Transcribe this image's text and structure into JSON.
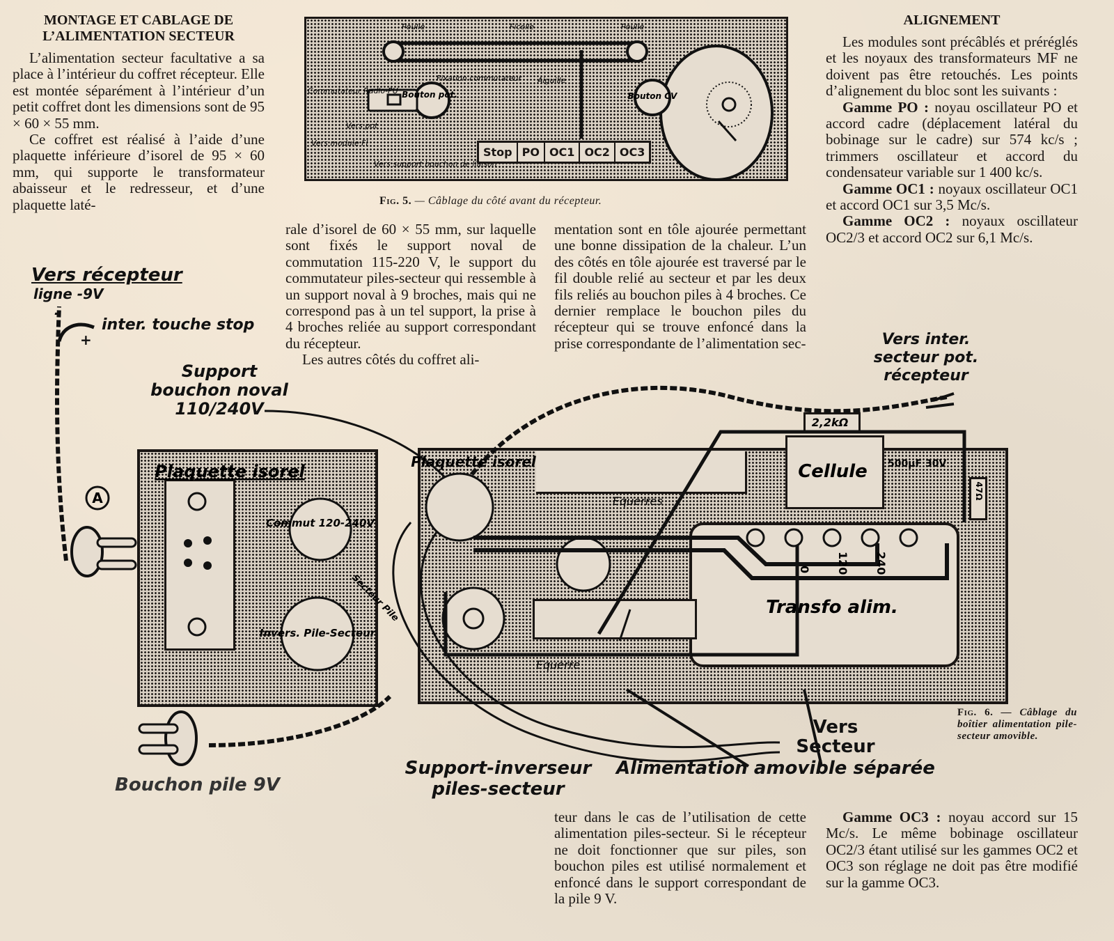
{
  "left_column": {
    "heading": "MONTAGE ET CABLAGE DE L’ALIMENTATION SECTEUR",
    "paragraphs": [
      "L’alimentation secteur facultative a sa place à l’intérieur du coffret récepteur. Elle est montée séparément à l’intérieur d’un petit coffret dont les dimensions sont de 95 × 60 × 55 mm.",
      "Ce coffret est réalisé à l’aide d’une plaquette inférieure d’isorel de 95 × 60 mm, qui supporte le transformateur abaisseur et le redresseur, et d’une plaquette laté-"
    ]
  },
  "middle_column_1": {
    "paragraphs": [
      "rale d’isorel de 60 × 55 mm, sur laquelle sont fixés le support noval de commutation 115-220 V, le support du commutateur piles-secteur qui ressemble à un support noval à 9 broches, mais qui ne correspond pas à un tel support, la prise à 4 broches reliée au support correspondant du récepteur.",
      "Les autres côtés du coffret ali-"
    ]
  },
  "middle_column_2": {
    "paragraphs": [
      "mentation sont en tôle ajourée permettant une bonne dissipation de la chaleur. L’un des côtés en tôle ajourée est traversé par le fil double relié au secteur et par les deux fils reliés au bouchon piles à 4 broches. Ce dernier remplace le bouchon piles du récepteur qui se trouve enfoncé dans la prise correspondante de l’alimentation sec-"
    ]
  },
  "right_column": {
    "heading": "ALIGNEMENT",
    "intro": "Les modules sont précâblés et préréglés et les noyaux des transformateurs MF ne doivent pas être retouchés. Les points d’alignement du bloc sont les suivants :",
    "items": [
      {
        "label": "Gamme PO :",
        "text": "noyau oscillateur PO et accord cadre (déplacement latéral du bobinage sur le cadre) sur 574 kc/s ; trimmers oscillateur et accord du condensateur variable sur 1 400 kc/s."
      },
      {
        "label": "Gamme OC1 :",
        "text": "noyaux oscillateur OC1 et accord OC1 sur 3,5 Mc/s."
      },
      {
        "label": "Gamme OC2 :",
        "text": "noyaux oscillateur OC2/3 et accord OC2 sur 6,1 Mc/s."
      }
    ]
  },
  "bottom_middle_column": {
    "paragraphs": [
      "teur dans le cas de l’utilisation de cette alimentation piles-secteur. Si le récepteur ne doit fonctionner que sur piles, son bouchon piles est utilisé normalement et enfoncé dans le support correspondant de la pile 9 V."
    ]
  },
  "bottom_right_column": {
    "label": "Gamme OC3 :",
    "text": "noyau accord sur 15 Mc/s. Le même bobinage oscillateur OC2/3 étant utilisé sur les gammes OC2 et OC3 son réglage ne doit pas être modifié sur la gamme OC3."
  },
  "figure5": {
    "caption_fig": "Fig. 5.",
    "caption_text": "— Câblage du côté avant du récepteur.",
    "labels": {
      "poulie_left": "Poulie",
      "ficelle": "Ficelle",
      "poulie_right": "Poulie",
      "fixation": "Fixation commutateur",
      "commutateur": "Commutateur Radio-PU",
      "bouton_pot": "Bouton pot.",
      "vers_pot": "Vers pot",
      "vers_module": "Vers module FI",
      "vers_support": "Vers support bouchon de liaison",
      "aiguille": "Aiguille",
      "bouton_cv": "Bouton CV"
    },
    "buttons": [
      "Stop",
      "PO",
      "OC1",
      "OC2",
      "OC3"
    ]
  },
  "figure6": {
    "caption_fig": "Fig. 6.",
    "caption_text": "— Câblage du boîtier alimentation pile-secteur amovible.",
    "labels": {
      "vers_recepteur": "Vers récepteur",
      "ligne": "ligne -9V",
      "minus": "-",
      "plus": "+",
      "inter_stop": "inter. touche stop",
      "support_noval": "Support bouchon noval 110/240V",
      "plaquette_isorel": "Plaquette isorel",
      "plaquette_isorel_2": "Plaquette isorel",
      "marker_a": "A",
      "commut": "Commut 120-240V",
      "invers": "Invers. Pile-Secteur",
      "secteur_pile": "Secteur Pile",
      "equerres": "Equerres",
      "equerre": "Equerre",
      "resistor_22k": "2,2kΩ",
      "cellule": "Cellule",
      "cap": "500µF 30V",
      "resistor_47": "47Ω",
      "tap_0": "0",
      "tap_120": "120",
      "tap_240": "240",
      "transfo": "Transfo alim.",
      "vers_inter": "Vers inter. secteur pot. récepteur",
      "bouchon_pile": "Bouchon pile 9V",
      "support_inverseur": "Support-inverseur piles-secteur",
      "alimentation_amovible": "Alimentation amovible séparée",
      "vers_secteur": "Vers Secteur"
    }
  }
}
